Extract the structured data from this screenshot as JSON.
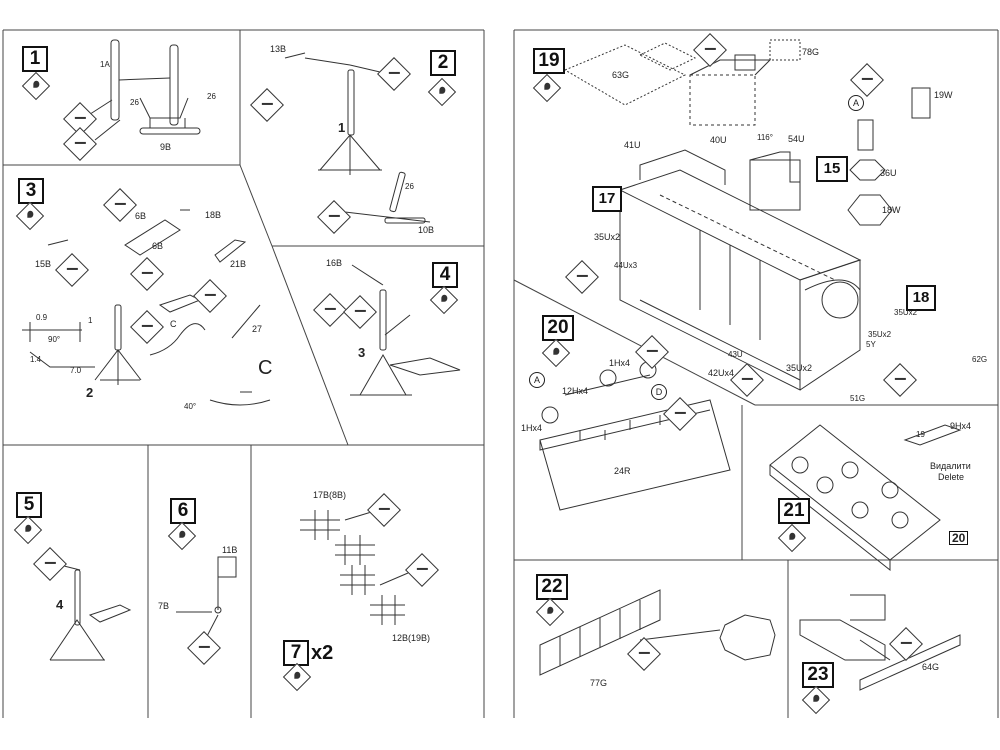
{
  "steps": {
    "s1": "1",
    "s2": "2",
    "s3": "3",
    "s4": "4",
    "s5": "5",
    "s6": "6",
    "s7": "7",
    "s7x": "x2",
    "s15": "15",
    "s17": "17",
    "s18": "18",
    "s19": "19",
    "s20": "20",
    "s21": "21",
    "s22": "22",
    "s23": "23"
  },
  "parts": {
    "p1A": "1A",
    "p26a": "26",
    "p26b": "26",
    "p9B": "9B",
    "p13B": "13B",
    "p1": "1",
    "p26c": "26",
    "p10B": "10B",
    "p6B1": "6B",
    "p18B": "18B",
    "p6B2": "6B",
    "p15B": "15B",
    "p21B": "21B",
    "p27": "27",
    "p2": "2",
    "pC1": "C",
    "pC2": "C",
    "d09": "0.9",
    "d1": "1",
    "d90": "90°",
    "d14": "1.4",
    "d70": "7.0",
    "d40": "40°",
    "p16B": "16B",
    "p3": "3",
    "p4a": "4",
    "p11B": "11B",
    "p7B": "7B",
    "p17B": "17B(8B)",
    "p12B": "12B(19B)",
    "p63G": "63G",
    "p78G": "78G",
    "p19W": "19W",
    "p116": "116°",
    "p41U": "41U",
    "p40U": "40U",
    "p54U": "54U",
    "p36U": "36U",
    "p18W": "18W",
    "pA1": "A",
    "p35Ux2a": "35Ux2",
    "p44Ux3": "44Ux3",
    "p35Ux2b": "35Ux2",
    "p35Ux2c": "35Ux2",
    "p43U": "43U",
    "p42Ux4": "42Ux4",
    "p35Ux2d": "35Ux2",
    "p62G": "62G",
    "p51G": "51G",
    "p5Y": "5Y",
    "pA2": "A",
    "pD": "D",
    "p1Hx4a": "1Hx4",
    "p12Hx4": "12Hx4",
    "p1Hx4b": "1Hx4",
    "p24R": "24R",
    "p19": "19",
    "p9Hx4": "9Hx4",
    "pDelUA": "Видалити",
    "pDel": "Delete",
    "p20b": "20",
    "p77G": "77G",
    "p64G": "64G"
  }
}
